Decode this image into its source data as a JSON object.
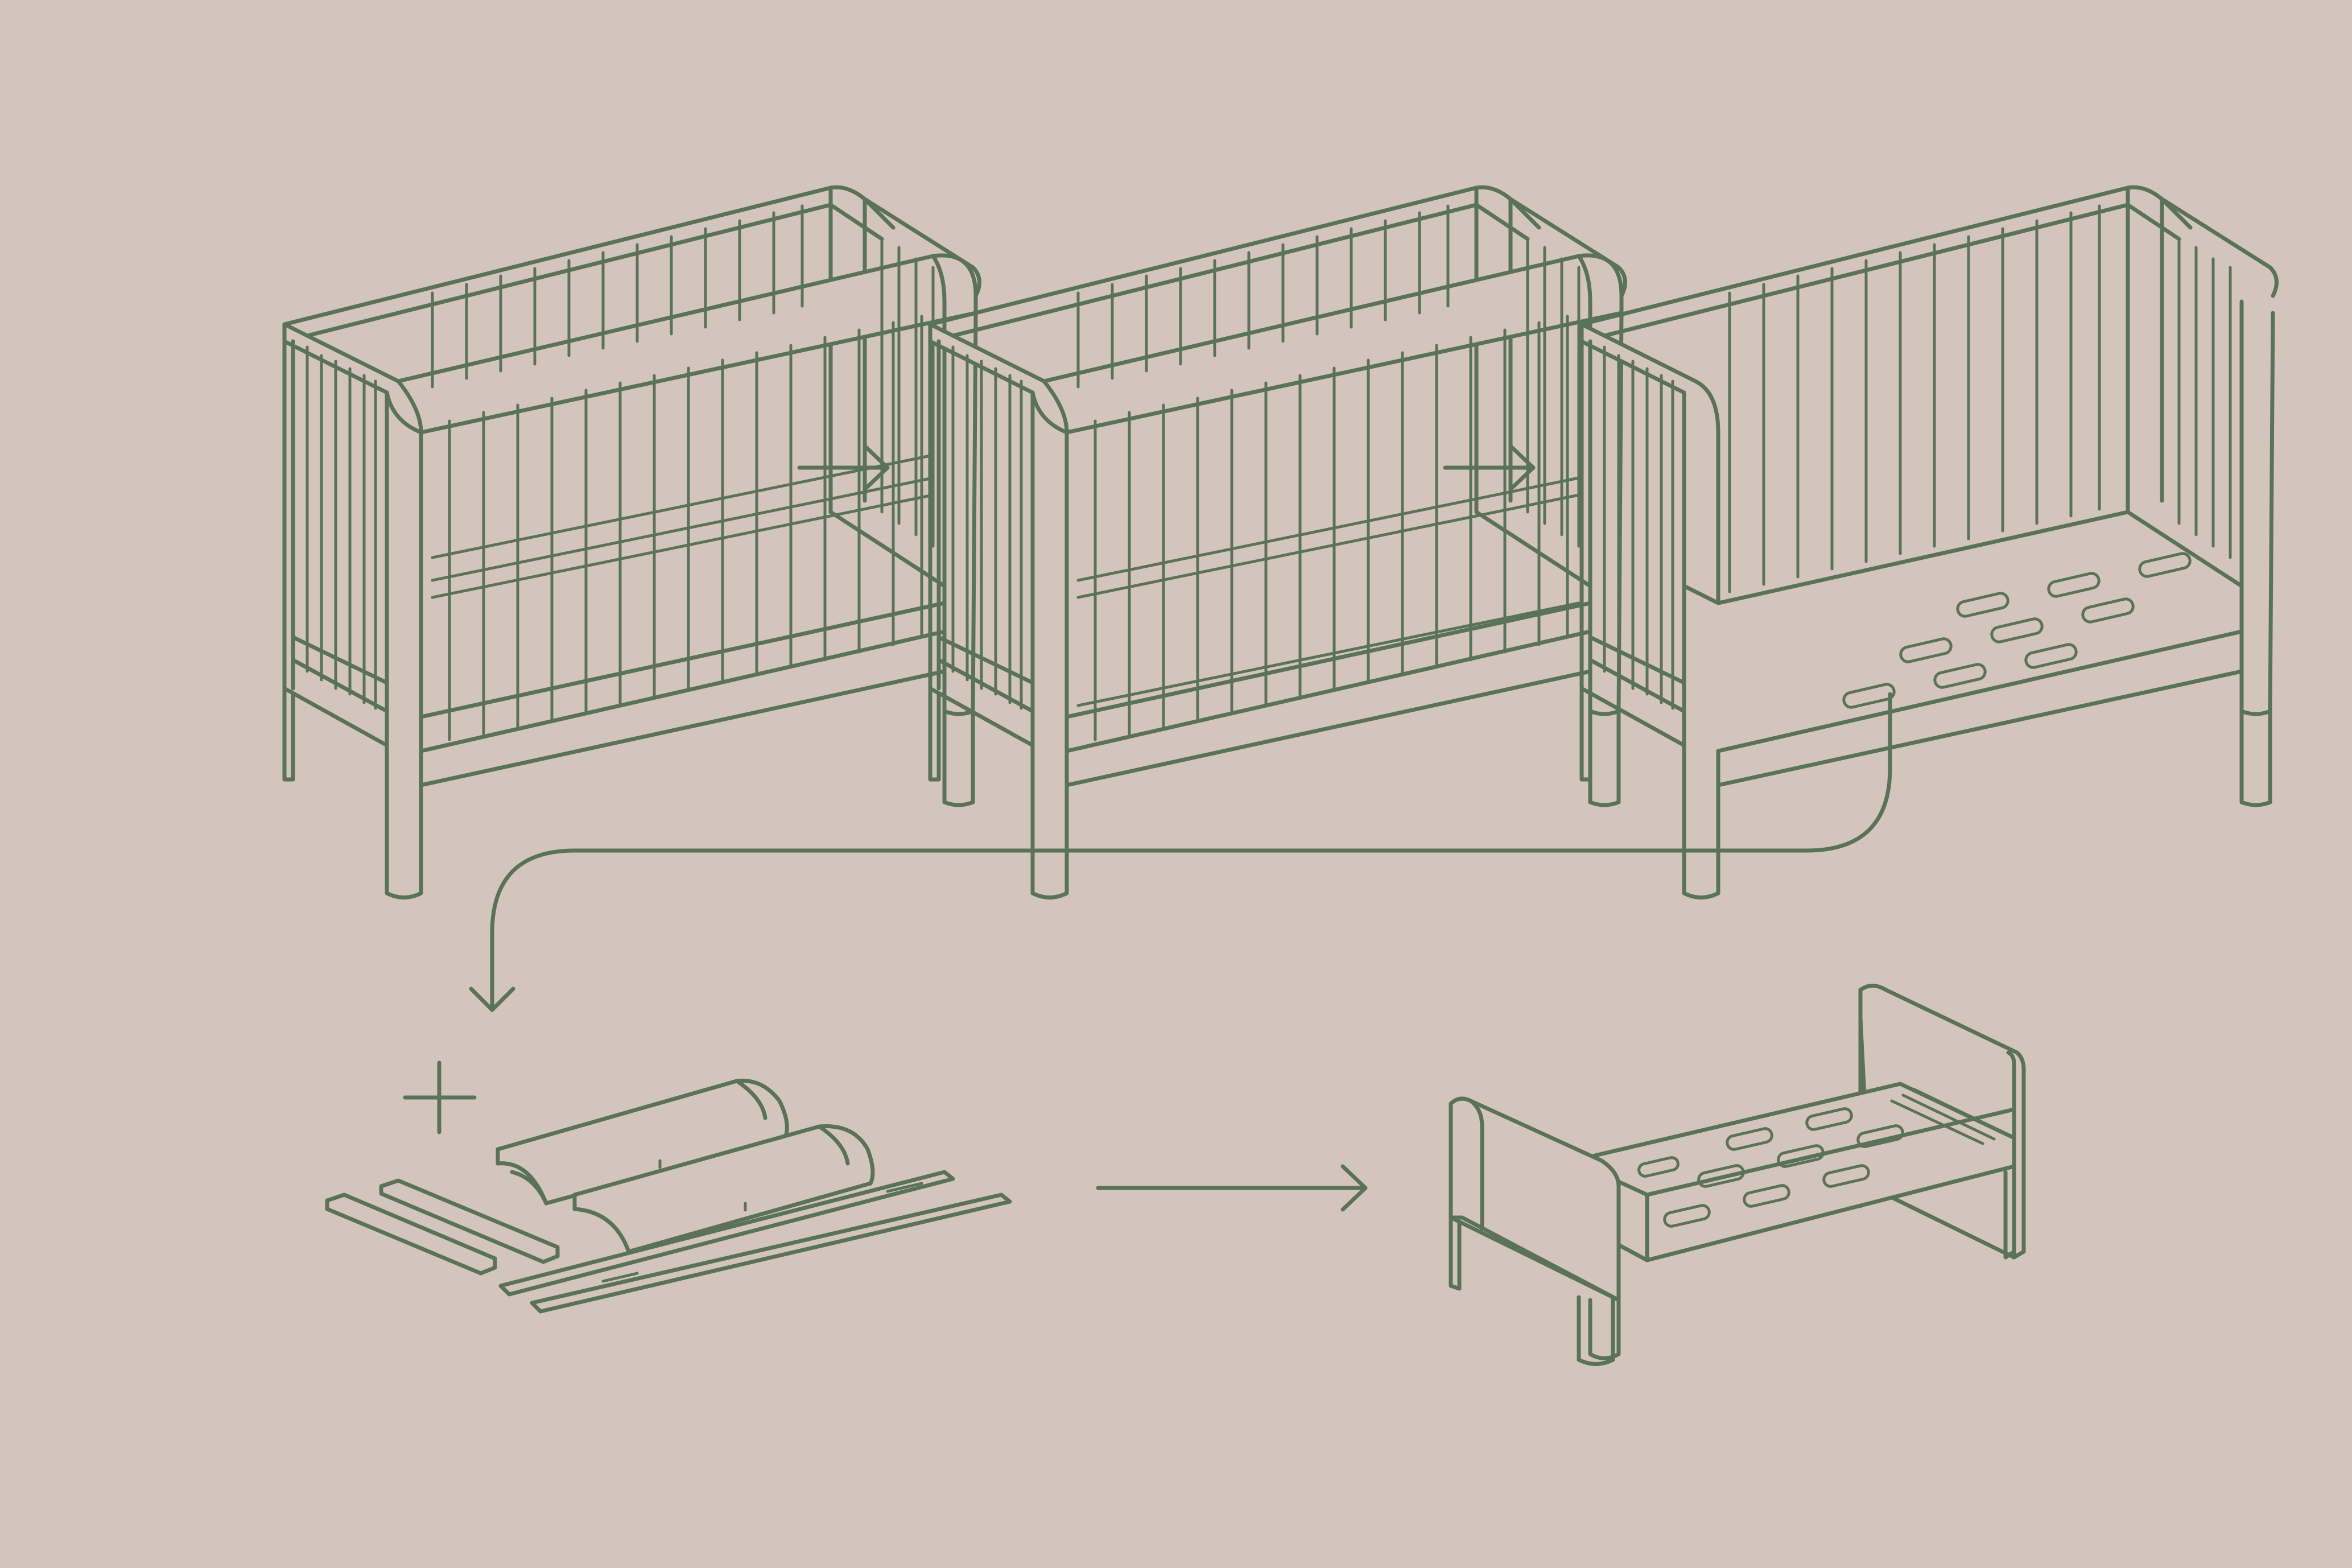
{
  "diagram": {
    "steps": [
      {
        "id": "crib-full",
        "icon": "crib-full-icon"
      },
      {
        "id": "crib-lowered",
        "icon": "crib-lowered-icon"
      },
      {
        "id": "toddler-bed",
        "icon": "toddler-bed-icon"
      },
      {
        "id": "conversion-kit",
        "icon": "conversion-kit-icon"
      },
      {
        "id": "junior-bed",
        "icon": "junior-bed-icon"
      }
    ],
    "connectors": [
      "arrow-right-icon",
      "arrow-right-icon",
      "curved-arrow-down-icon",
      "arrow-right-icon"
    ],
    "plus_symbol": "plus-icon",
    "colors": {
      "background": "#d3c5bb",
      "line": "#5a7358"
    }
  }
}
